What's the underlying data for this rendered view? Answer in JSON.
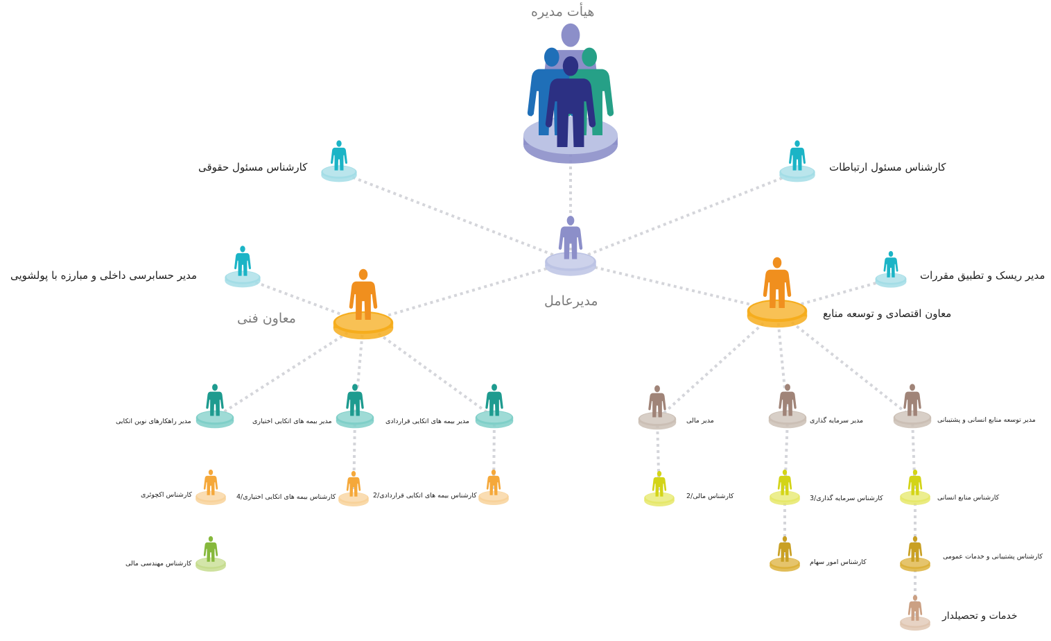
{
  "colors": {
    "purple": "#8c8fc9",
    "purple_base": "#bcc3e4",
    "orange": "#f08f1e",
    "orange_base": "#f6ad1d",
    "cyan": "#1bb4c6",
    "cyan_base": "#a3dde6",
    "teal": "#1e9b8f",
    "teal_base": "#7fcfc8",
    "brown": "#a08478",
    "brown_base": "#cbbfb5",
    "light_orange": "#f5a83a",
    "light_orange_base": "#f8d29a",
    "green": "#86b83c",
    "green_base": "#c5dc8d",
    "yellow": "#d3d417",
    "yellow_base": "#e6e86a",
    "gold": "#c9a024",
    "gold_base": "#dcb13b",
    "tan": "#cba083",
    "tan_base": "#dfc5b0",
    "board_blue": "#1f6fb8",
    "board_navy": "#2c3083",
    "board_green": "#26a087",
    "board_purple": "#8c8fc9"
  },
  "nodes": {
    "board": {
      "label": "هیأت مدیره",
      "icon": "group-of-people"
    },
    "ceo": {
      "label": "مدیرعامل",
      "icon": "person"
    },
    "legal": {
      "label": "کارشناس مسئول حقوقی",
      "icon": "person"
    },
    "comms": {
      "label": "کارشناس مسئول ارتباطات",
      "icon": "person"
    },
    "audit": {
      "label": "مدیر حسابرسی داخلی و مبارزه با پولشویی",
      "icon": "person"
    },
    "risk": {
      "label": "مدیر ریسک و تطبیق مقررات",
      "icon": "person"
    },
    "tech_deputy": {
      "label": "معاون فنی",
      "icon": "person"
    },
    "econ_deputy": {
      "label": "معاون اقتصادی و توسعه منابع",
      "icon": "person"
    },
    "innov": {
      "label": "مدیر راهکارهای نوین اتکایی",
      "icon": "person"
    },
    "opt_ins_mgr": {
      "label": "مدیر بیمه های اتکایی اختیاری",
      "icon": "person"
    },
    "contract_ins_mgr": {
      "label": "مدیر بیمه های اتکایی قراردادی",
      "icon": "person"
    },
    "finance_mgr": {
      "label": "مدیر مالی",
      "icon": "person"
    },
    "invest_mgr": {
      "label": "مدیر سرمایه گذاری",
      "icon": "person"
    },
    "hr_mgr": {
      "label": "مدیر توسعه منابع انسانی و پشتیبانی",
      "icon": "person"
    },
    "actuary": {
      "label": "کارشناس اکچوئری",
      "icon": "person"
    },
    "opt_ins_exp": {
      "label": "کارشناس بیمه های اتکایی اختیاری/4",
      "icon": "person"
    },
    "contract_ins_exp": {
      "label": "کارشناس بیمه های اتکایی قراردادی/2",
      "icon": "person"
    },
    "fin_eng": {
      "label": "کارشناس مهندسی مالی",
      "icon": "person"
    },
    "fin_exp": {
      "label": "کارشناس مالی/2",
      "icon": "person"
    },
    "invest_exp": {
      "label": "کارشناس سرمایه گذاری/3",
      "icon": "person"
    },
    "shares_exp": {
      "label": "کارشناس امور سهام",
      "icon": "person"
    },
    "hr_exp": {
      "label": "کارشناس منابع انسانی",
      "icon": "person"
    },
    "support_exp": {
      "label": "کارشناس پشتیبانی و خدمات عمومی",
      "icon": "person"
    },
    "collector": {
      "label": "خدمات و تحصیلدار",
      "icon": "person"
    }
  },
  "connections": [
    [
      "board",
      "ceo"
    ],
    [
      "ceo",
      "legal"
    ],
    [
      "ceo",
      "comms"
    ],
    [
      "ceo",
      "tech_deputy"
    ],
    [
      "ceo",
      "econ_deputy"
    ],
    [
      "tech_deputy",
      "audit"
    ],
    [
      "econ_deputy",
      "risk"
    ],
    [
      "tech_deputy",
      "innov"
    ],
    [
      "tech_deputy",
      "opt_ins_mgr"
    ],
    [
      "tech_deputy",
      "contract_ins_mgr"
    ],
    [
      "econ_deputy",
      "finance_mgr"
    ],
    [
      "econ_deputy",
      "invest_mgr"
    ],
    [
      "econ_deputy",
      "hr_mgr"
    ],
    [
      "opt_ins_mgr",
      "opt_ins_exp"
    ],
    [
      "contract_ins_mgr",
      "contract_ins_exp"
    ],
    [
      "finance_mgr",
      "fin_exp"
    ],
    [
      "invest_mgr",
      "invest_exp"
    ],
    [
      "invest_exp",
      "shares_exp"
    ],
    [
      "hr_mgr",
      "hr_exp"
    ],
    [
      "hr_exp",
      "support_exp"
    ],
    [
      "support_exp",
      "collector"
    ]
  ]
}
